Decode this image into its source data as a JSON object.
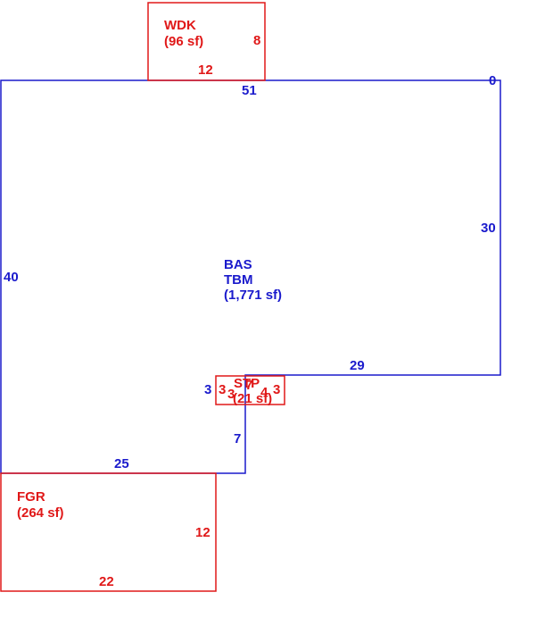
{
  "colors": {
    "main_area": "#1a1acc",
    "sub_area": "#e01818",
    "background": "#ffffff"
  },
  "areas": {
    "bas": {
      "code": "BAS",
      "sub_code": "TBM",
      "area": "(1,771 sf)",
      "dims": {
        "top": "51",
        "right": "30",
        "ledge": "29",
        "notch_a": "3",
        "notch_b": "7",
        "bottom": "25",
        "left": "40",
        "corner": "0"
      }
    },
    "wdk": {
      "code": "WDK",
      "area": "(96 sf)",
      "dims": {
        "width": "12",
        "depth": "8"
      }
    },
    "stp": {
      "code": "STP",
      "area": "(21 sf)",
      "dims": {
        "left": "3",
        "left_inner": "3",
        "width": "7",
        "right_inner": "4",
        "right": "3"
      }
    },
    "fgr": {
      "code": "FGR",
      "area": "(264 sf)",
      "dims": {
        "width": "22",
        "depth": "12"
      }
    }
  }
}
